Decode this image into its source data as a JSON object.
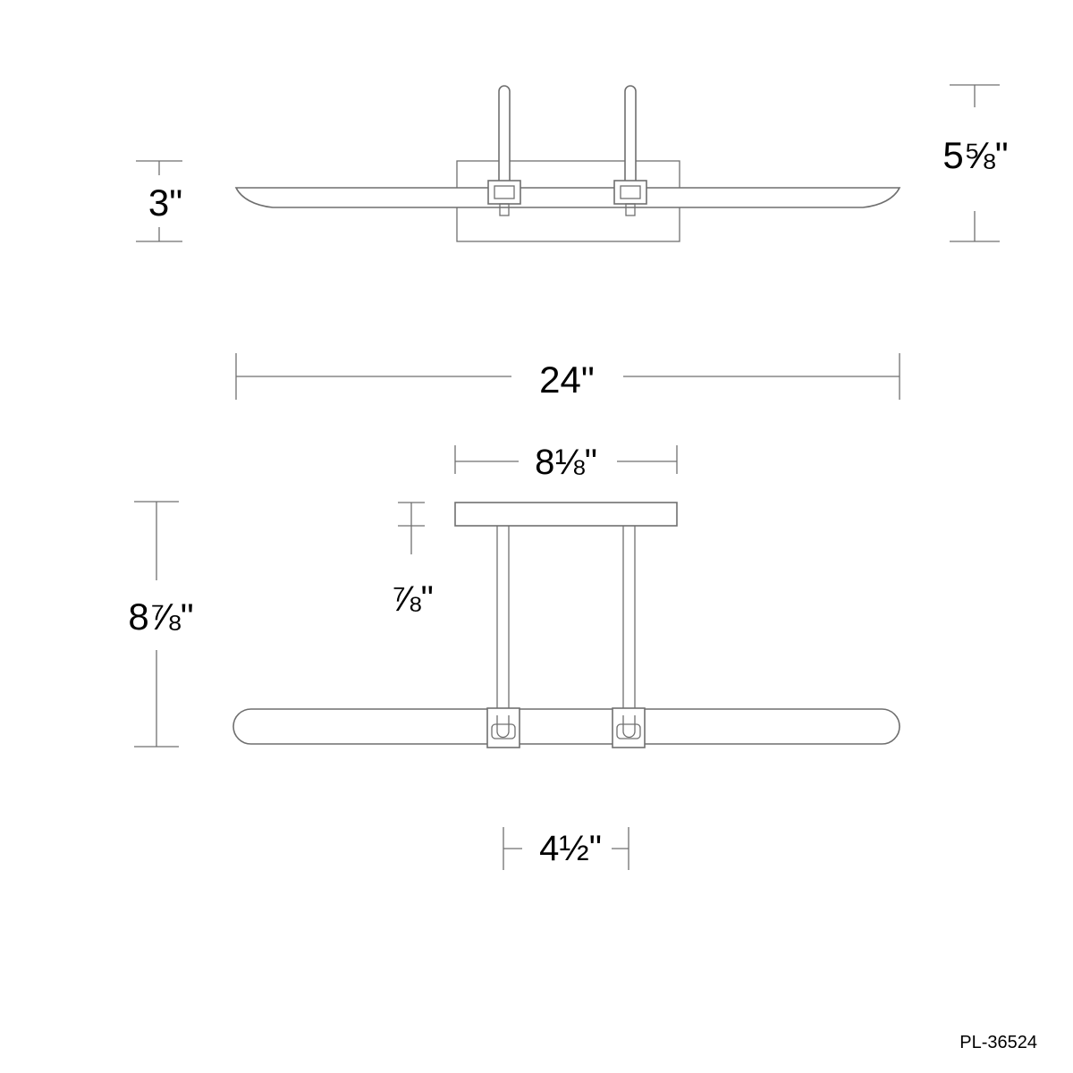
{
  "dimensions": {
    "shade_height": "3\"",
    "overall_height": "5⅝\"",
    "overall_width": "24\"",
    "backplate_width": "8⅛\"",
    "backplate_depth": "⅞\"",
    "overall_depth": "8⅞\"",
    "arm_spacing": "4½\""
  },
  "part_number": "PL-36524"
}
